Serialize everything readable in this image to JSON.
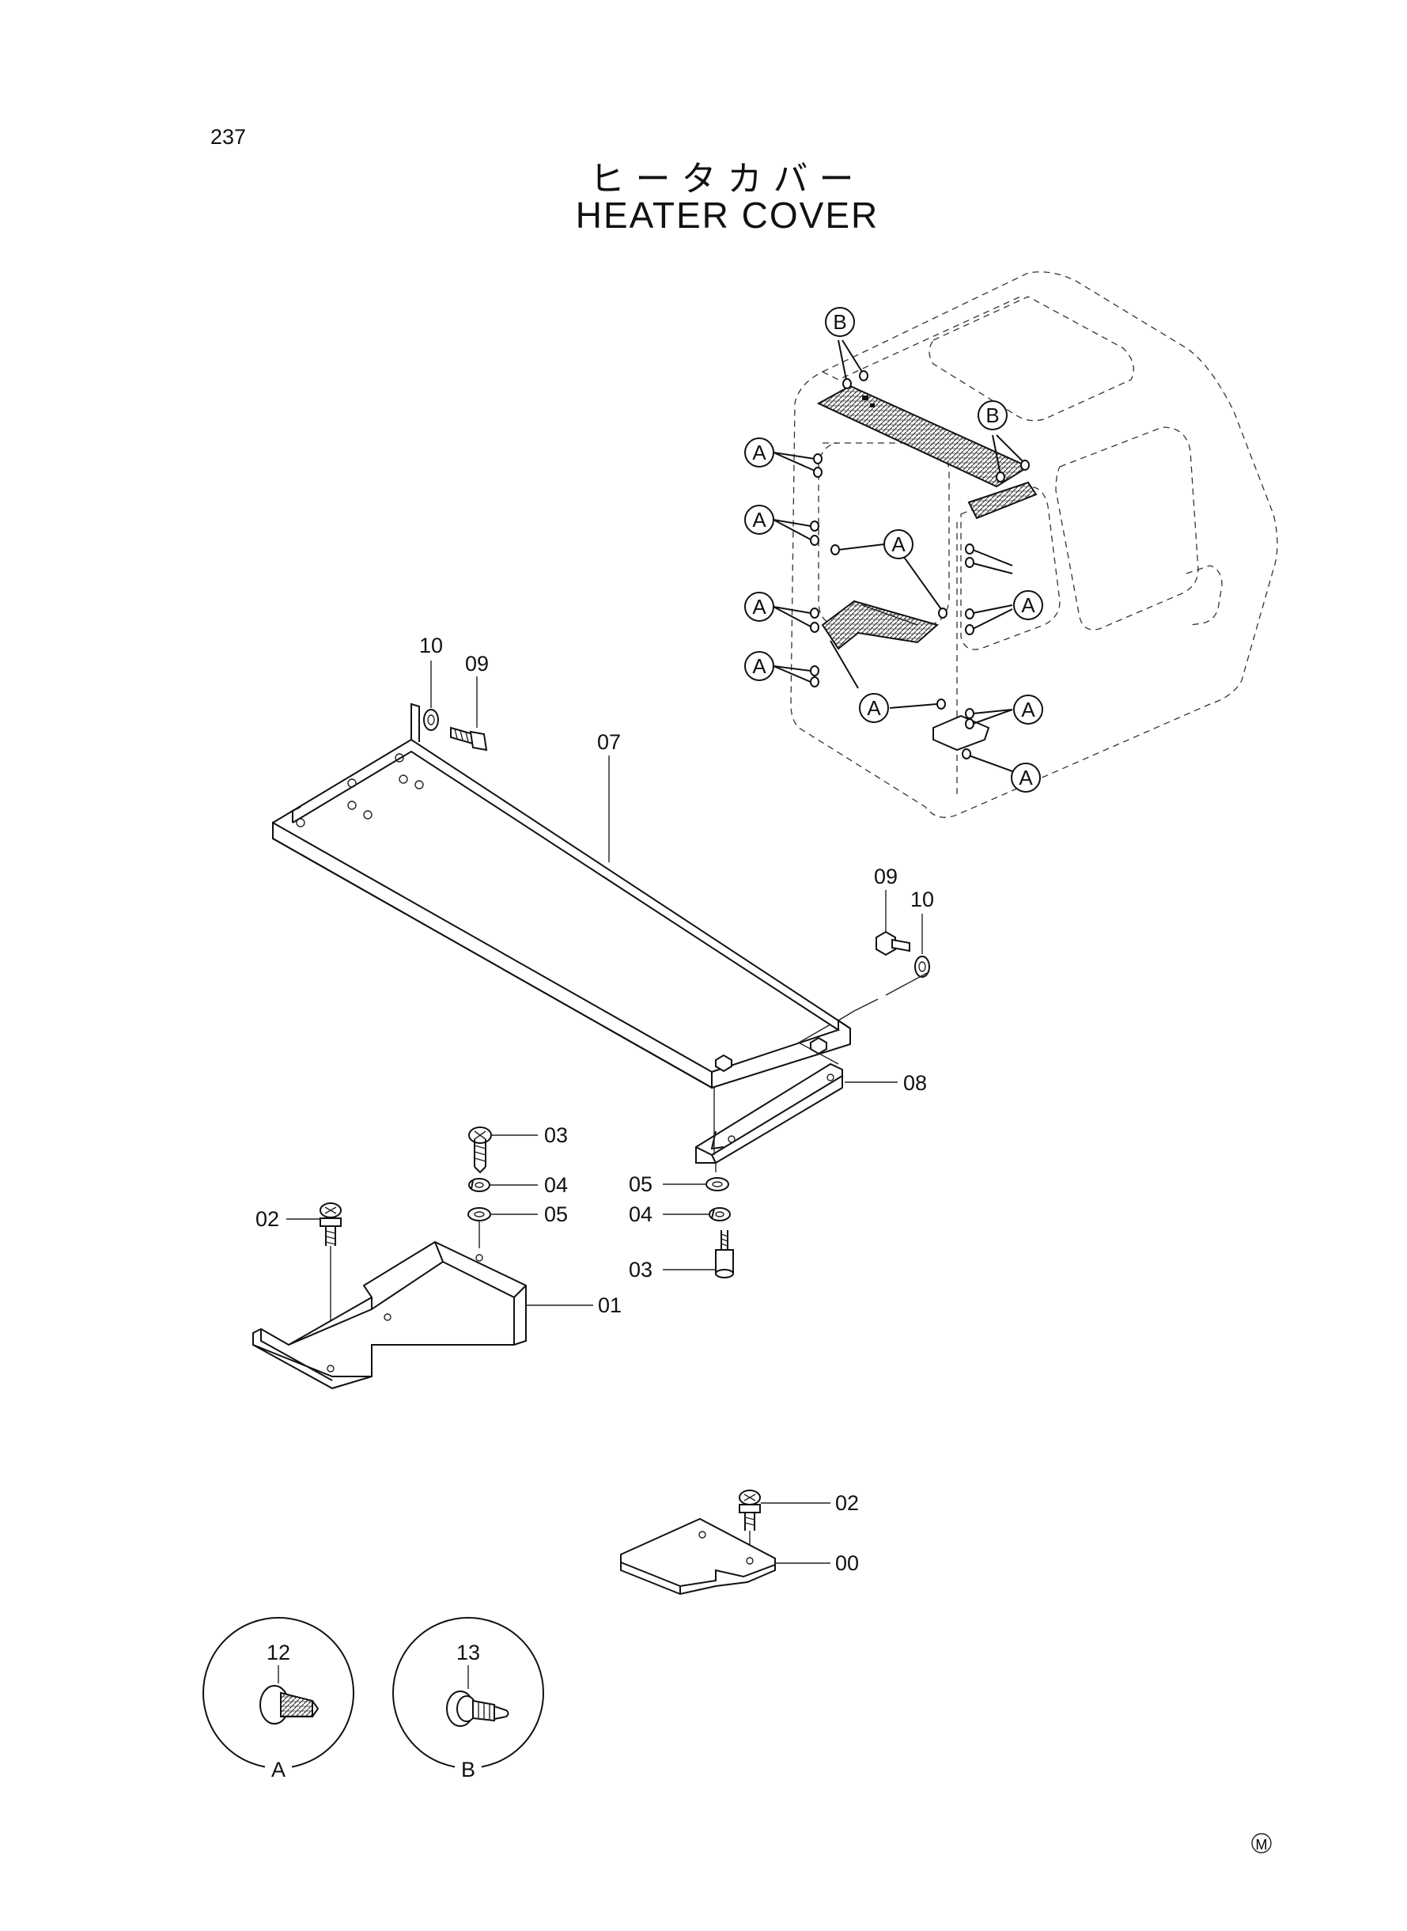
{
  "page": {
    "number": "237"
  },
  "title": {
    "jp": "ヒータカバー",
    "en": "HEATER COVER"
  },
  "callouts": {
    "p00": "00",
    "p01": "01",
    "p02a": "02",
    "p02b": "02",
    "p03a": "03",
    "p03b": "03",
    "p04a": "04",
    "p04b": "04",
    "p05a": "05",
    "p05b": "05",
    "p07": "07",
    "p08": "08",
    "p09a": "09",
    "p09b": "09",
    "p10a": "10",
    "p10b": "10",
    "p12": "12",
    "p13": "13"
  },
  "bubbles": {
    "a": "A",
    "b": "B"
  },
  "details": {
    "a": "A",
    "b": "B"
  },
  "mark": "M"
}
